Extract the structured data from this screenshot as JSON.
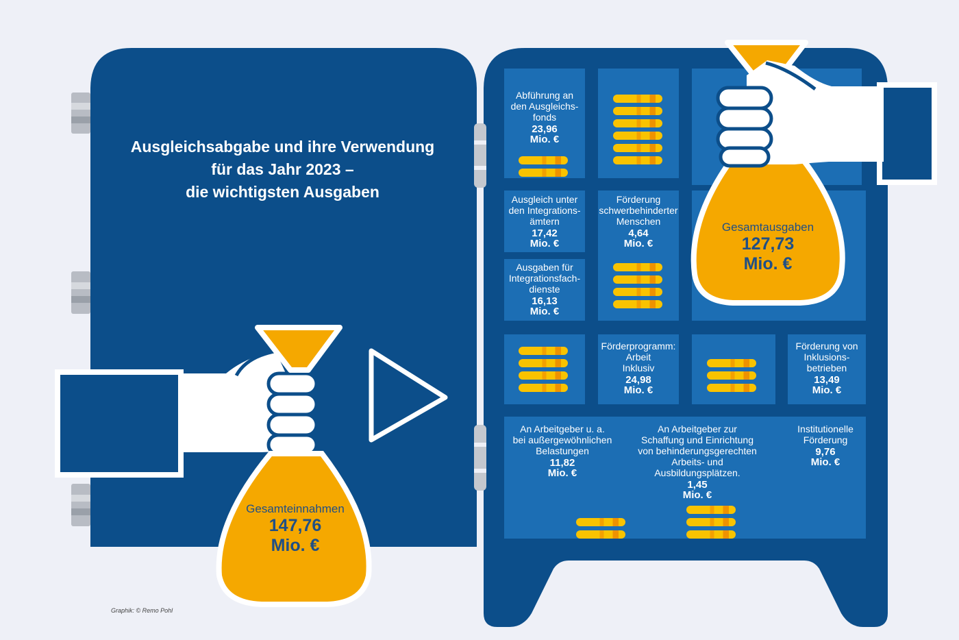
{
  "title_lines": [
    "Ausgleichsabgabe und ihre Verwendung",
    "für das Jahr 2023 –",
    "die wichtigsten Ausgaben"
  ],
  "income_bag": {
    "label": "Gesamteinnahmen",
    "value": "147,76",
    "unit": "Mio. €"
  },
  "expense_bag": {
    "label": "Gesamtausgaben",
    "value": "127,73",
    "unit": "Mio. €"
  },
  "items": {
    "ausgleichsfonds": {
      "lines": [
        "Abführung an",
        "den Ausgleichs-",
        "fonds"
      ],
      "value": "23,96",
      "unit": "Mio. €"
    },
    "integrationsaemter": {
      "lines": [
        "Ausgleich unter",
        "den Integrations-",
        "ämtern"
      ],
      "value": "17,42",
      "unit": "Mio. €"
    },
    "foerderung_menschen": {
      "lines": [
        "Förderung",
        "schwerbehinderter",
        "Menschen"
      ],
      "value": "4,64",
      "unit": "Mio. €"
    },
    "fachdienste": {
      "lines": [
        "Ausgaben für",
        "Integrationsfach-",
        "dienste"
      ],
      "value": "16,13",
      "unit": "Mio. €"
    },
    "arbeit_inklusiv": {
      "lines": [
        "Förderprogramm:",
        "Arbeit",
        "Inklusiv"
      ],
      "value": "24,98",
      "unit": "Mio. €"
    },
    "inklusionsbetriebe": {
      "lines": [
        "Förderung von",
        "Inklusions-",
        "betrieben"
      ],
      "value": "13,49",
      "unit": "Mio. €"
    },
    "belastungen": {
      "lines": [
        "An Arbeitgeber u. a.",
        "bei außergewöhnlichen",
        "Belastungen"
      ],
      "value": "11,82",
      "unit": "Mio. €"
    },
    "arbeitsplaetze": {
      "lines": [
        "An Arbeitgeber zur",
        "Schaffung und Einrichtung",
        "von behinderungsgerechten",
        "Arbeits- und",
        "Ausbildungsplätzen."
      ],
      "value": "1,45",
      "unit": "Mio. €"
    },
    "institutionelle": {
      "lines": [
        "Institutionelle",
        "Förderung"
      ],
      "value": "9,76",
      "unit": "Mio. €"
    }
  },
  "credit": "Graphik: © Remo Pohl",
  "colors": {
    "background": "#eef0f7",
    "safe": "#0c4e8a",
    "cell": "#1c6eb4",
    "gold": "#f5a800",
    "text_dark": "#1f4f86"
  }
}
